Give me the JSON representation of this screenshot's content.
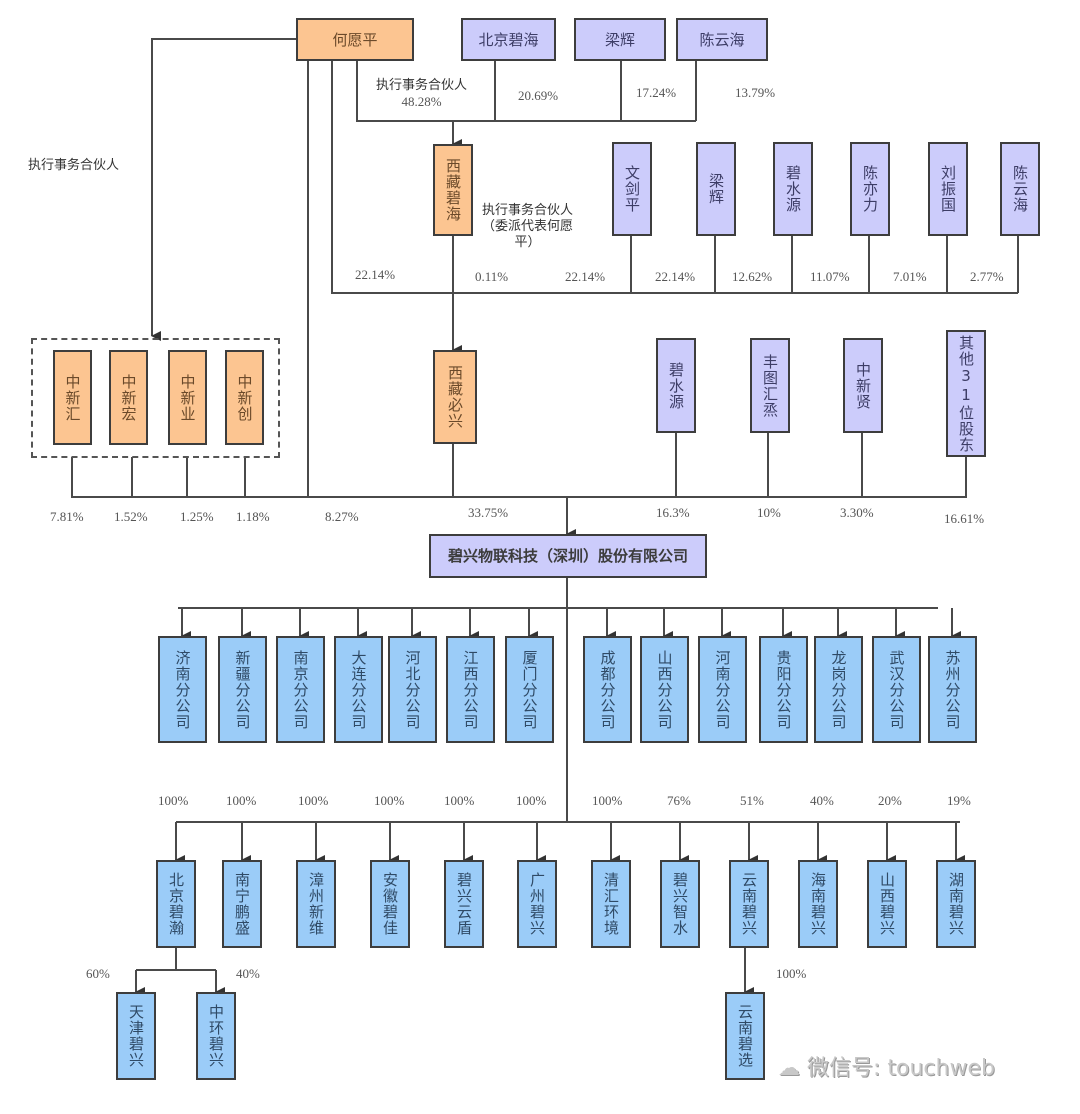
{
  "top_shareholders": {
    "he_yuanping": "何愿平",
    "beijing_bihai": "北京碧海",
    "liang_hui": "梁辉",
    "chen_yunhai": "陈云海"
  },
  "tibet_bihai": {
    "name": "西藏碧海",
    "holders_pct": {
      "he_yuanping": "48.28%",
      "beijing_bihai": "20.69%",
      "liang_hui": "17.24%",
      "chen_yunhai": "13.79%"
    },
    "he_role": "执行事务合伙人"
  },
  "left_role_label": "执行事务合伙人",
  "xizang_bixing_note": [
    "执行事务合伙人",
    "（委派代表何愿",
    "平）"
  ],
  "xizang_bixing": {
    "name": "西藏必兴",
    "partners": [
      {
        "name": "文剑平",
        "pct": "22.14%"
      },
      {
        "name": "梁辉",
        "pct": "22.14%"
      },
      {
        "name": "碧水源",
        "pct": "12.62%"
      },
      {
        "name": "陈亦力",
        "pct": "11.07%"
      },
      {
        "name": "刘振国",
        "pct": "7.01%"
      },
      {
        "name": "陈云海",
        "pct": "2.77%"
      }
    ],
    "he_pct": "22.14%",
    "tibet_bihai_pct": "0.11%"
  },
  "zhongxin_group": [
    {
      "name": "中新汇",
      "pct": "7.81%"
    },
    {
      "name": "中新宏",
      "pct": "1.52%"
    },
    {
      "name": "中新业",
      "pct": "1.25%"
    },
    {
      "name": "中新创",
      "pct": "1.18%"
    }
  ],
  "direct_holders": {
    "he_pct": "8.27%",
    "xizang_bixing_pct": "33.75%",
    "others": [
      {
        "name": "碧水源",
        "pct": "16.3%"
      },
      {
        "name": "丰图汇烝",
        "pct": "10%"
      },
      {
        "name": "中新贤",
        "pct": "3.30%"
      },
      {
        "name": "其他31位股东",
        "pct": "16.61%"
      }
    ]
  },
  "company": "碧兴物联科技（深圳）股份有限公司",
  "branches": [
    "济南分公司",
    "新疆分公司",
    "南京分公司",
    "大连分公司",
    "河北分公司",
    "江西分公司",
    "厦门分公司",
    "成都分公司",
    "山西分公司",
    "河南分公司",
    "贵阳分公司",
    "龙岗分公司",
    "武汉分公司",
    "苏州分公司"
  ],
  "subsidiaries": [
    {
      "name": "北京碧瀚",
      "pct": "100%"
    },
    {
      "name": "南宁鹏盛",
      "pct": "100%"
    },
    {
      "name": "漳州新维",
      "pct": "100%"
    },
    {
      "name": "安徽碧佳",
      "pct": "100%"
    },
    {
      "name": "碧兴云盾",
      "pct": "100%"
    },
    {
      "name": "广州碧兴",
      "pct": "100%"
    },
    {
      "name": "清汇环境",
      "pct": "100%"
    },
    {
      "name": "碧兴智水",
      "pct": "76%"
    },
    {
      "name": "云南碧兴",
      "pct": "51%"
    },
    {
      "name": "海南碧兴",
      "pct": "40%"
    },
    {
      "name": "山西碧兴",
      "pct": "20%"
    },
    {
      "name": "湖南碧兴",
      "pct": "19%"
    }
  ],
  "second_level": [
    {
      "name": "天津碧兴",
      "parent": "北京碧瀚",
      "pct": "60%"
    },
    {
      "name": "中环碧兴",
      "parent": "北京碧瀚",
      "pct": "40%"
    },
    {
      "name": "云南碧选",
      "parent": "云南碧兴",
      "pct": "100%"
    }
  ],
  "watermark": "微信号: touchweb",
  "colors": {
    "orange": "#fcc591",
    "purple": "#ccccfb",
    "blue": "#9bccf8",
    "line": "#3d3d3d"
  }
}
